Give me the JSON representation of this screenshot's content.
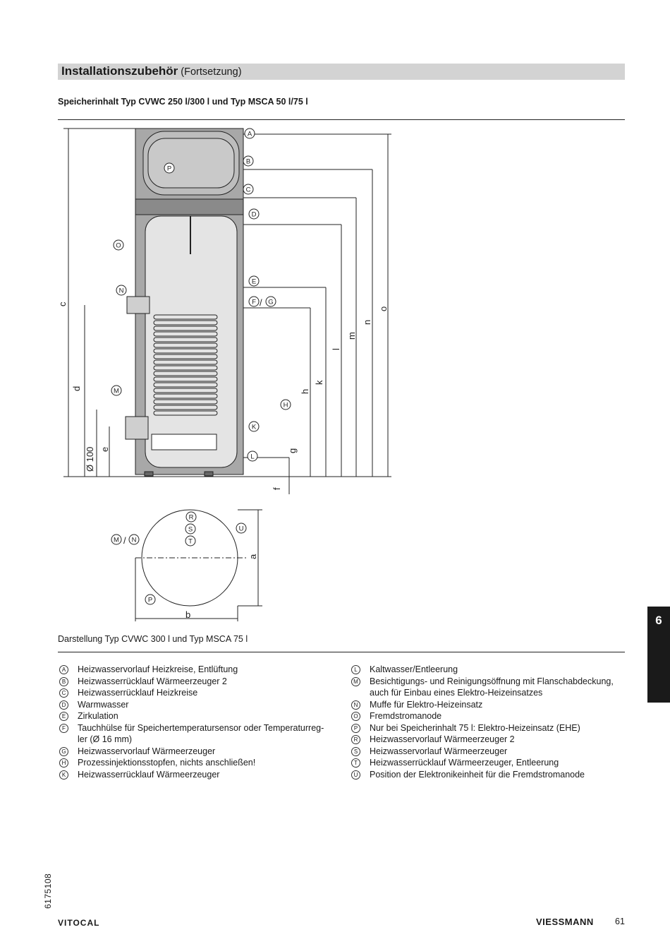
{
  "header": {
    "title": "Installationszubehör",
    "title_suffix": "(Fortsetzung)"
  },
  "subtitle": "Speicherinhalt Typ CVWC 250 l/300 l und Typ MSCA 50 l/75 l",
  "figure": {
    "connection_markers": [
      "A",
      "B",
      "C",
      "D",
      "E",
      "F",
      "G",
      "H",
      "K",
      "L",
      "M",
      "N",
      "O",
      "P",
      "R",
      "S",
      "T",
      "U"
    ],
    "dimension_labels": [
      "c",
      "d",
      "e",
      "f",
      "g",
      "h",
      "k",
      "l",
      "m",
      "n",
      "o",
      "a",
      "b"
    ],
    "diameter_label": "Ø 100",
    "pair_separator": "/"
  },
  "caption": "Darstellung Typ CVWC 300 l und Typ MSCA 75 l",
  "legend_left": [
    {
      "key": "A",
      "text": "Heizwasservorlauf Heizkreise, Entlüftung"
    },
    {
      "key": "B",
      "text": "Heizwasserrücklauf Wärmeerzeuger 2"
    },
    {
      "key": "C",
      "text": "Heizwasserrücklauf Heizkreise"
    },
    {
      "key": "D",
      "text": "Warmwasser"
    },
    {
      "key": "E",
      "text": "Zirkulation"
    },
    {
      "key": "F",
      "text": "Tauchhülse für Speichertemperatursensor oder Temperaturreg-ler (Ø 16 mm)"
    },
    {
      "key": "G",
      "text": "Heizwasservorlauf Wärmeerzeuger"
    },
    {
      "key": "H",
      "text": "Prozessinjektionsstopfen, nichts anschließen!"
    },
    {
      "key": "K",
      "text": "Heizwasserrücklauf Wärmeerzeuger"
    }
  ],
  "legend_right": [
    {
      "key": "L",
      "text": "Kaltwasser/Entleerung"
    },
    {
      "key": "M",
      "text": "Besichtigungs- und Reinigungsöffnung mit Flanschabdeckung, auch für Einbau eines Elektro-Heizeinsatzes"
    },
    {
      "key": "N",
      "text": "Muffe für Elektro-Heizeinsatz"
    },
    {
      "key": "O",
      "text": "Fremdstromanode"
    },
    {
      "key": "P",
      "text": "Nur bei Speicherinhalt 75 l: Elektro-Heizeinsatz (EHE)"
    },
    {
      "key": "R",
      "text": "Heizwasservorlauf Wärmeerzeuger 2"
    },
    {
      "key": "S",
      "text": "Heizwasservorlauf Wärmeerzeuger"
    },
    {
      "key": "T",
      "text": "Heizwasserrücklauf Wärmeerzeuger, Entleerung"
    },
    {
      "key": "U",
      "text": "Position der Elektronikeinheit für die Fremdstromanode"
    }
  ],
  "chapter_tab": "6",
  "doc_number": "6175108",
  "footer": {
    "product": "VITOCAL",
    "brand": "VIESSMANN",
    "page": "61"
  }
}
